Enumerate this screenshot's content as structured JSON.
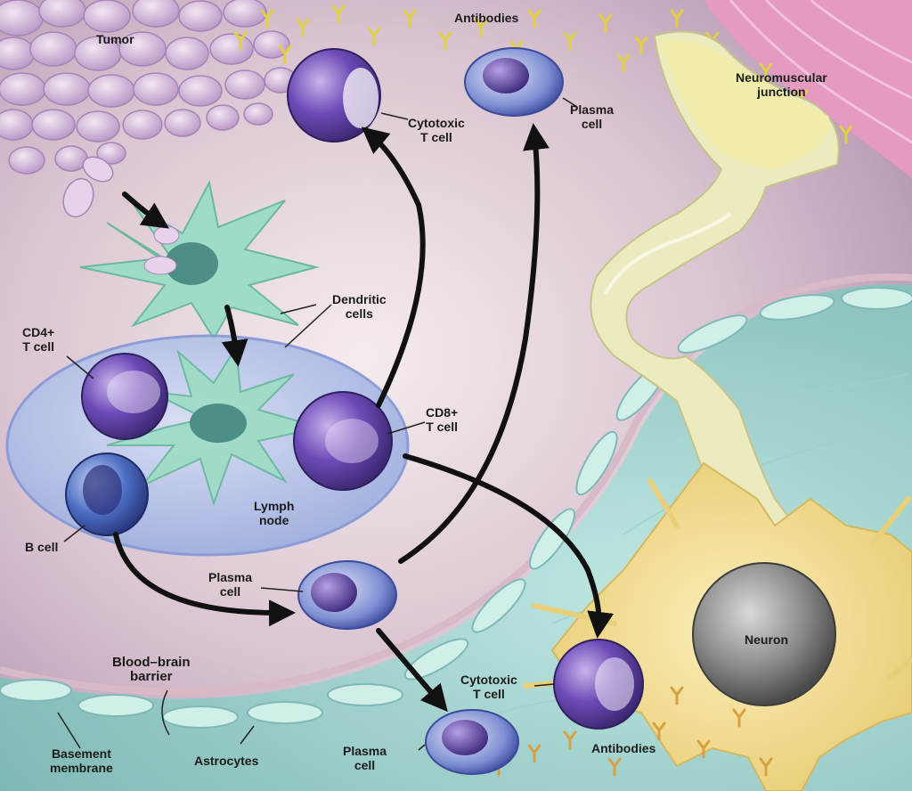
{
  "labels": {
    "tumor": "Tumor",
    "antibodies_top": "Antibodies",
    "neuromuscular": [
      "Neuromuscular",
      "junction"
    ],
    "cytotoxic_top": [
      "Cytotoxic",
      "T cell"
    ],
    "plasma_top": [
      "Plasma",
      "cell"
    ],
    "dendritic": [
      "Dendritic",
      "cells"
    ],
    "cd4": [
      "CD4+",
      "T cell"
    ],
    "cd8": [
      "CD8+",
      "T cell"
    ],
    "lymph_node": [
      "Lymph",
      "node"
    ],
    "b_cell": "B cell",
    "plasma_mid": [
      "Plasma",
      "cell"
    ],
    "blood_brain": [
      "Blood–brain",
      "barrier"
    ],
    "neuron": "Neuron",
    "cytotoxic_bottom": [
      "Cytotoxic",
      "T cell"
    ],
    "antibodies_bottom": "Antibodies",
    "plasma_bottom": [
      "Plasma",
      "cell"
    ],
    "basement": [
      "Basement",
      "membrane"
    ],
    "astrocytes": "Astrocytes"
  },
  "colors": {
    "background": "#cdb6c6",
    "tumor_cell": "#d9c2e2",
    "dendritic_cell": "#8fd6c2",
    "lymph_node": "#a9bce6",
    "t_cell": "#6b4fb5",
    "plasma_cell": "#5c70c8",
    "astrocyte": "#bfe6e0",
    "neuron": "#efd890",
    "muscle": "#e8a0c4",
    "antibody": "#e2d040",
    "arrow": "#111111"
  }
}
